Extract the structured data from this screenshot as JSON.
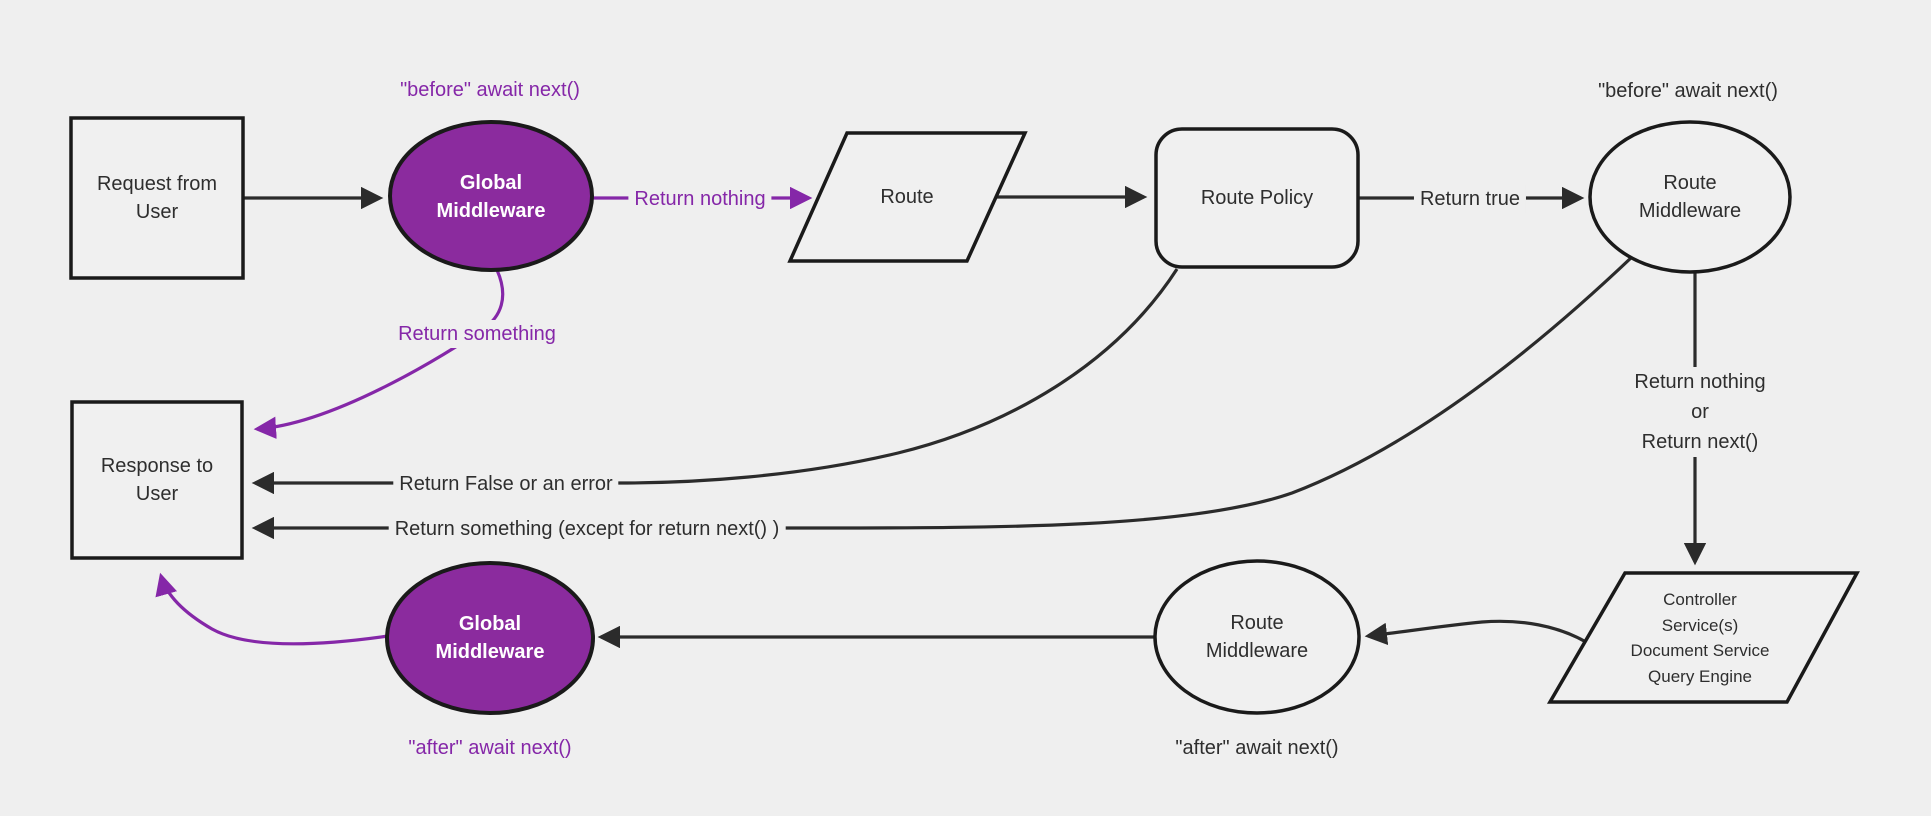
{
  "diagram": {
    "background": "#efefef",
    "node_fill": "#f0f0f0",
    "purple_fill": "#8b2b9e",
    "purple_accent": "#8527a8",
    "line_color": "#2b2b2b",
    "border_color": "#1a1a1a"
  },
  "nodes": {
    "request": {
      "label": "Request from User"
    },
    "global_mw_top": {
      "label": "Global Middleware"
    },
    "route": {
      "label": "Route"
    },
    "route_policy": {
      "label": "Route Policy"
    },
    "route_mw_top": {
      "label": "Route Middleware"
    },
    "controller": {
      "lines": [
        "Controller",
        "Service(s)",
        "Document Service",
        "Query Engine"
      ]
    },
    "route_mw_bottom": {
      "label": "Route Middleware"
    },
    "global_mw_bottom": {
      "label": "Global Middleware"
    },
    "response": {
      "label": "Response to User"
    }
  },
  "edge_labels": {
    "before_global": "\"before\" await next()",
    "return_nothing": "Return nothing",
    "return_true": "Return true",
    "before_route": "\"before\" await next()",
    "return_nothing_or": [
      "Return nothing",
      "or",
      "Return next()"
    ],
    "return_false": "Return False or an error",
    "return_something_except": "Return something (except for return next() )",
    "return_something": "Return something",
    "after_route": "\"after\" await next()",
    "after_global": "\"after\" await next()"
  }
}
